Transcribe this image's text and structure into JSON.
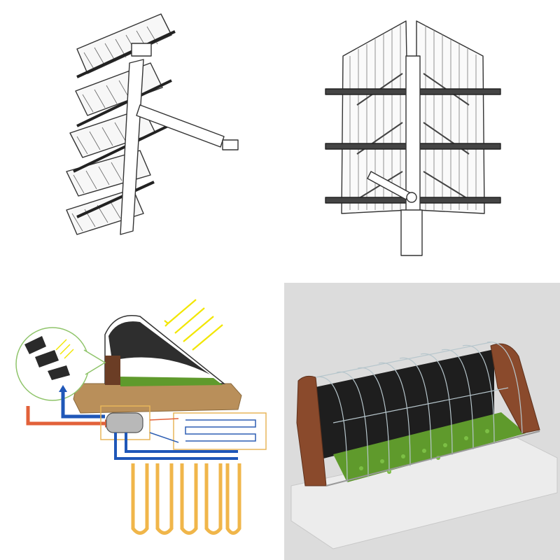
{
  "figure": {
    "panels": [
      {
        "id": "tilted-collector-mount",
        "kind": "line-drawing"
      },
      {
        "id": "collector-array-front",
        "kind": "line-drawing"
      },
      {
        "id": "heating-system-schematic",
        "kind": "color-diagram"
      },
      {
        "id": "greenhouse-render",
        "kind": "3d-render"
      }
    ]
  },
  "colors": {
    "line": "#333333",
    "sun_rays": "#f2e600",
    "hot_pipe": "#e2613a",
    "cold_pipe": "#1f57b8",
    "ground_coil": "#f0b64a",
    "soil": "#b98f5a",
    "plants": "#5f9a2c",
    "brick": "#8a4a2c",
    "callout_circle": "#8fc46a",
    "callout_box": "#e8b65a"
  }
}
